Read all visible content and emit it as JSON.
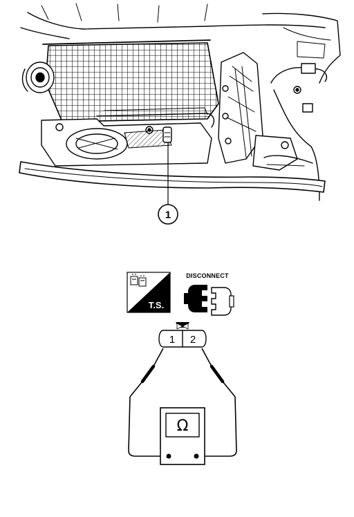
{
  "engine_illustration": {
    "callout_number": "1"
  },
  "icons": {
    "ts_label": "T.S.",
    "disconnect_label": "DISCONNECT"
  },
  "connector": {
    "pin_1": "1",
    "pin_2": "2"
  },
  "ohmmeter": {
    "symbol": "Ω"
  }
}
